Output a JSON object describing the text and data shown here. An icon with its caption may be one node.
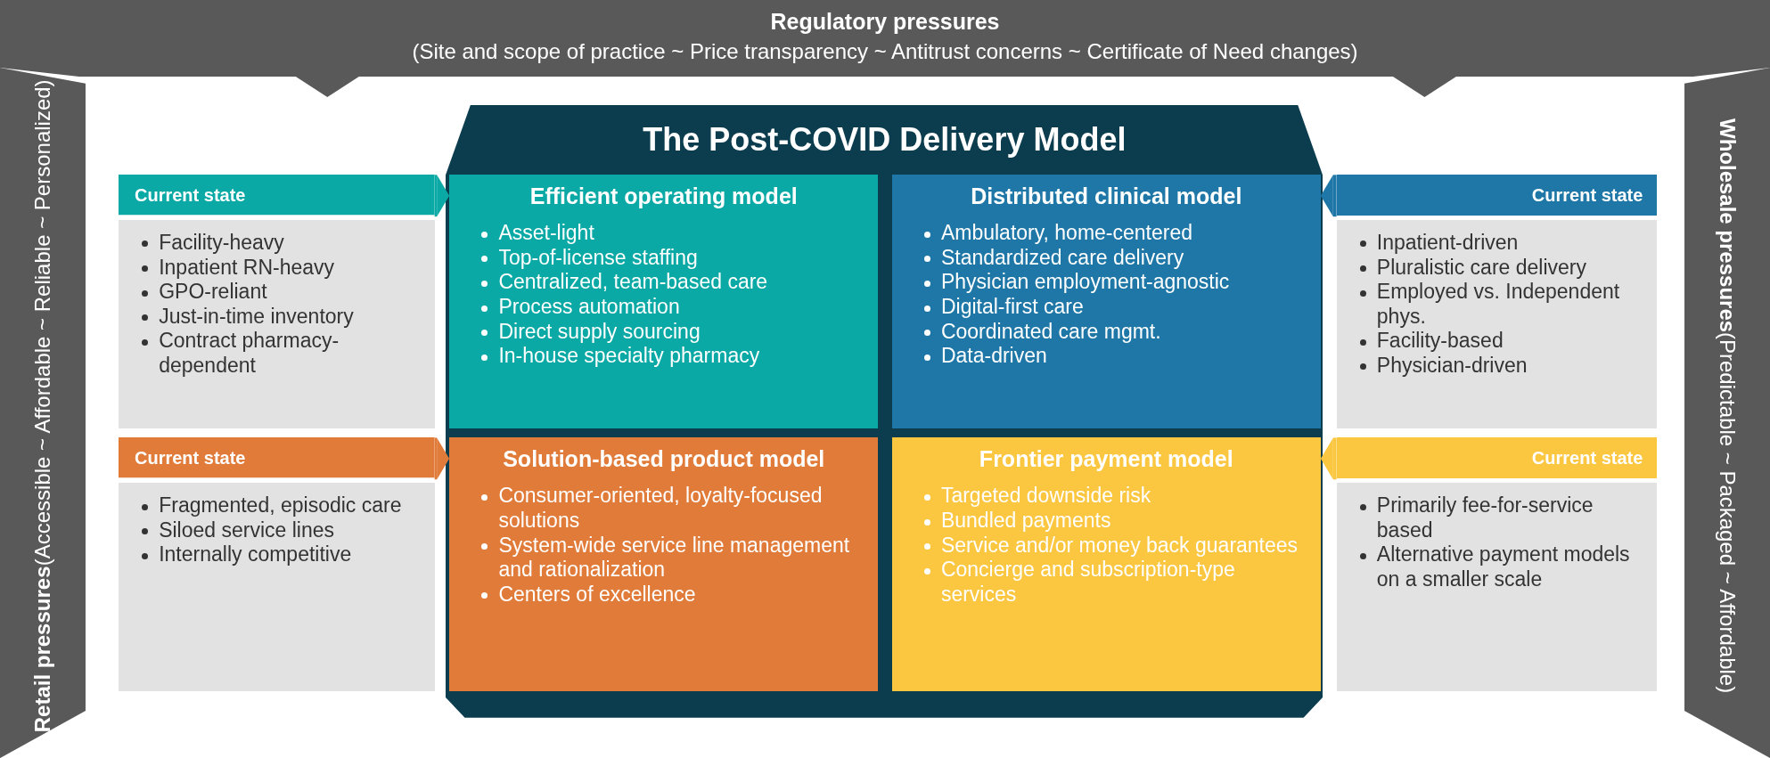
{
  "diagram": {
    "nodes": [
      {
        "text": [
          "Regulatory pressures",
          "(Site and scope of practice ~ Price transparency ~ Antitrust concerns ~ Certificate of Need changes)"
        ]
      },
      {
        "text": [
          "Retail pressures",
          "(Accessible ~ Affordable ~ Reliable ~ Personalized)"
        ]
      },
      {
        "text": [
          "Wholesale pressures",
          "(Predictable ~ Packaged ~ Affordable)"
        ]
      },
      {
        "text": [
          "The Post-COVID Delivery Model"
        ]
      },
      {
        "text": [
          "Current state",
          "Facility-heavy",
          "Inpatient RN-heavy",
          "GPO-reliant",
          "Just-in-time inventory",
          "Contract pharmacy-dependent"
        ]
      },
      {
        "text": [
          "Efficient operating model",
          "Asset-light",
          "Top-of-license staffing",
          "Centralized, team-based care",
          "Process automation",
          "Direct supply sourcing",
          "In-house specialty pharmacy"
        ],
        "in": 3
      },
      {
        "text": [
          "Distributed clinical model",
          "Ambulatory, home-centered",
          "Standardized care delivery",
          "Physician employment-agnostic",
          "Digital-first care",
          "Coordinated care mgmt.",
          "Data-driven"
        ],
        "in": 3
      },
      {
        "text": [
          "Current state",
          "Inpatient-driven",
          "Pluralistic care delivery",
          "Employed vs. Independent phys.",
          "Facility-based",
          "Physician-driven"
        ]
      },
      {
        "text": [
          "Current state",
          "Fragmented, episodic care",
          "Siloed service lines",
          "Internally competitive"
        ]
      },
      {
        "text": [
          "Solution-based product model",
          "Consumer-oriented, loyalty-focused solutions",
          "System-wide service line management and rationalization",
          "Centers of excellence"
        ],
        "in": 3
      },
      {
        "text": [
          "Frontier payment model",
          "Targeted downside risk",
          "Bundled payments",
          "Service and/or money back guarantees",
          "Concierge and subscription-type services"
        ],
        "in": 3
      },
      {
        "text": [
          "Current state",
          "Primarily fee-for-service based",
          "Alternative payment models on a smaller scale"
        ]
      }
    ],
    "edges": [
      {
        "from": 4,
        "to": 5,
        "arrow": "to",
        "color": "#0aa9a5"
      },
      {
        "from": 7,
        "to": 6,
        "arrow": "to",
        "color": "#1e77a6"
      },
      {
        "from": 8,
        "to": 9,
        "arrow": "to",
        "color": "#e07b39"
      },
      {
        "from": 11,
        "to": 10,
        "arrow": "to",
        "color": "#fbc640"
      }
    ]
  }
}
